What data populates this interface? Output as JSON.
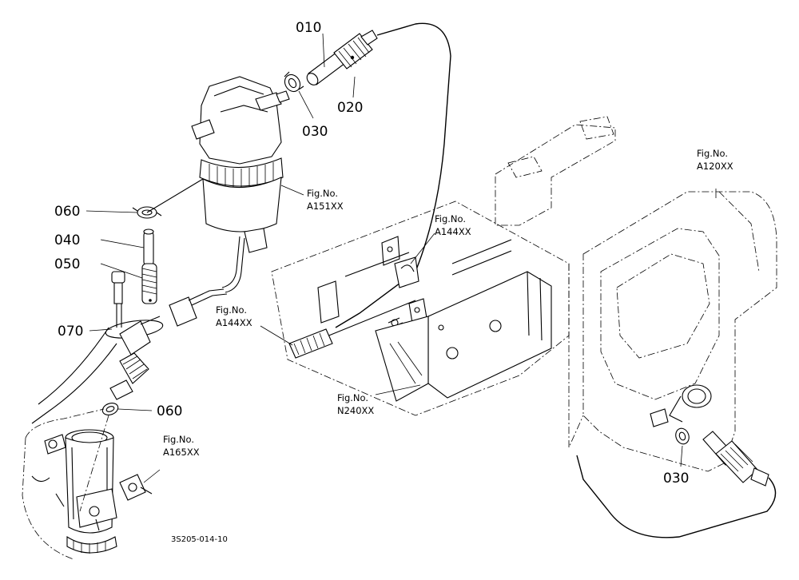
{
  "drawing_code": "3S205-014-10",
  "part_labels": {
    "p010": "010",
    "p020": "020",
    "p030_top": "030",
    "p030_bottom": "030",
    "p040": "040",
    "p050": "050",
    "p060_top": "060",
    "p060_bottom": "060",
    "p070": "070"
  },
  "figure_refs": {
    "a151": {
      "label": "Fig.No.",
      "code": "A151XX"
    },
    "a144_top": {
      "label": "Fig.No.",
      "code": "A144XX"
    },
    "a144_left": {
      "label": "Fig.No.",
      "code": "A144XX"
    },
    "n240": {
      "label": "Fig.No.",
      "code": "N240XX"
    },
    "a165": {
      "label": "Fig.No.",
      "code": "A165XX"
    },
    "a120": {
      "label": "Fig.No.",
      "code": "A120XX"
    }
  }
}
